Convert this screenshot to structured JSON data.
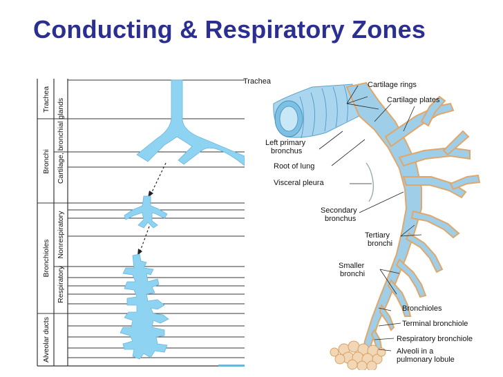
{
  "slide": {
    "title": "Conducting & Respiratory Zones"
  },
  "zone_table": {
    "column1": [
      "Trachea",
      "Bronchi",
      "Bronchioles",
      "Alveolar ducts"
    ],
    "column2": [
      "Cartilage, bronchial glands",
      "Nonrespiratory",
      "Respiratory"
    ]
  },
  "anatomy": {
    "callouts": [
      "Trachea",
      "Cartilage rings",
      "Cartilage plates",
      "Left primary bronchus",
      "Root of lung",
      "Visceral pleura",
      "Secondary bronchus",
      "Tertiary bronchi",
      "Smaller bronchi",
      "Bronchioles",
      "Terminal bronchiole",
      "Respiratory bronchiole",
      "Alveoli in a pulmonary lobule"
    ]
  },
  "colors": {
    "title": "#2b2f8f",
    "airway_fill": "#8fd3f2",
    "cartilage": "#e8b27a",
    "rule_lines": "#333333"
  }
}
